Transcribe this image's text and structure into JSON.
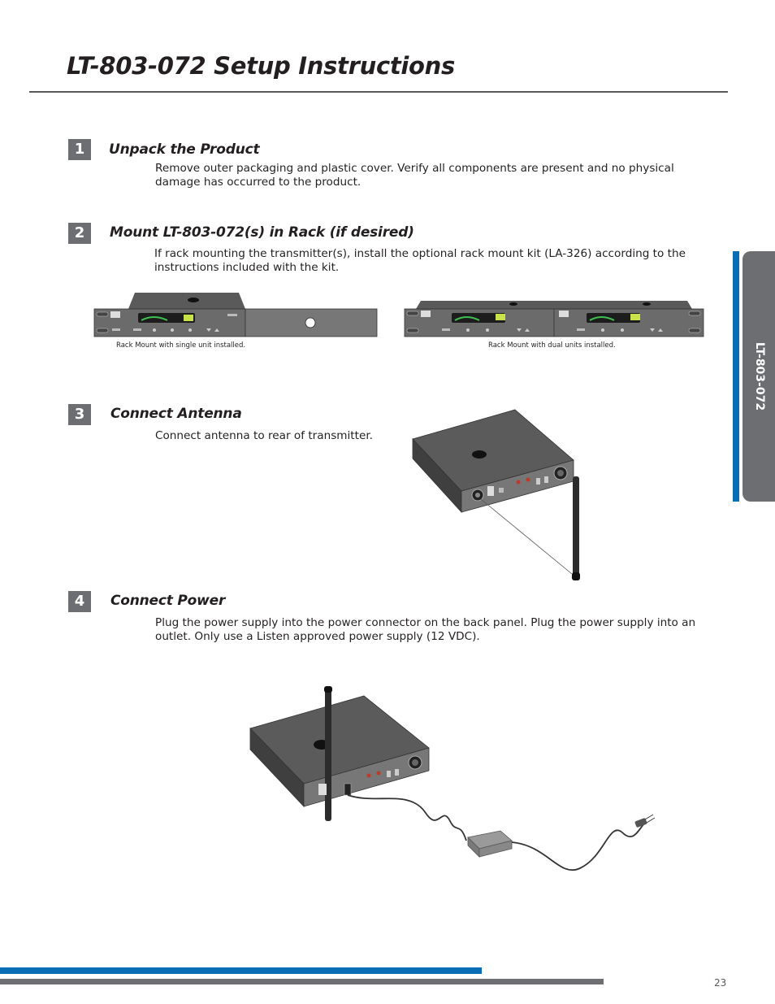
{
  "page": {
    "title": "LT-803-072 Setup Instructions",
    "side_tab": "LT-803-072",
    "page_number": "23"
  },
  "steps": [
    {
      "number": "1",
      "heading": "Unpack the Product",
      "body": "Remove outer packaging and plastic cover. Verify all components are present and no physical damage has occurred to the product."
    },
    {
      "number": "2",
      "heading": "Mount LT-803-072(s) in Rack (if desired)",
      "body": "If rack mounting the transmitter(s), install the optional rack mount kit (LA-326) according to the instructions included with the kit.",
      "captions": [
        "Rack Mount with single unit installed.",
        "Rack Mount with dual units installed."
      ]
    },
    {
      "number": "3",
      "heading": "Connect Antenna",
      "body": "Connect antenna to rear of transmitter."
    },
    {
      "number": "4",
      "heading": "Connect Power",
      "body": "Plug the power supply into the power connector on the back panel. Plug the power supply into an outlet. Only use a Listen approved power supply (12 VDC)."
    }
  ],
  "colors": {
    "accent_blue": "#0a6eb4",
    "step_gray": "#6d6e71",
    "text": "#231f20"
  },
  "icons": {
    "rack_single": "rack-mount-single-illustration",
    "rack_dual": "rack-mount-dual-illustration",
    "antenna": "transmitter-antenna-illustration",
    "power": "transmitter-power-illustration"
  }
}
